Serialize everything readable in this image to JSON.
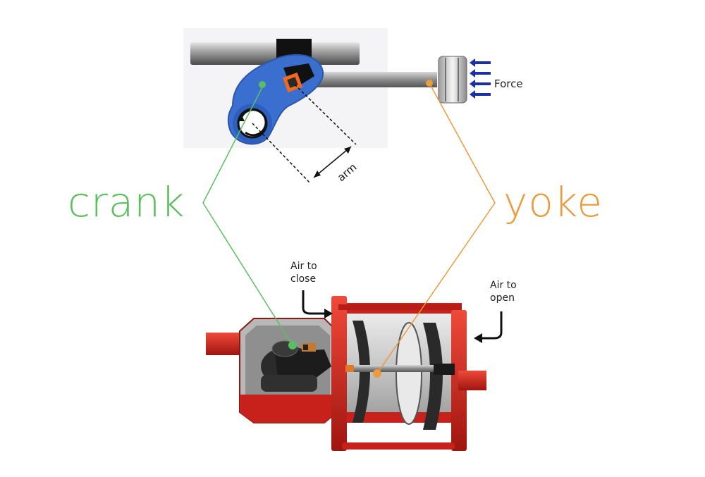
{
  "labels": {
    "crank": "crank",
    "yoke": "yoke",
    "force": "Force",
    "arm": "arm",
    "air_to_close": [
      "Air to",
      "close"
    ],
    "air_to_open": [
      "Air to",
      "open"
    ]
  },
  "colors": {
    "crank": "#5cbf5f",
    "yoke": "#eb9a3c",
    "lever_blue": "#3a6fd0",
    "actuator_red": "#c8211b",
    "arrow_blue": "#1b2fa6"
  }
}
